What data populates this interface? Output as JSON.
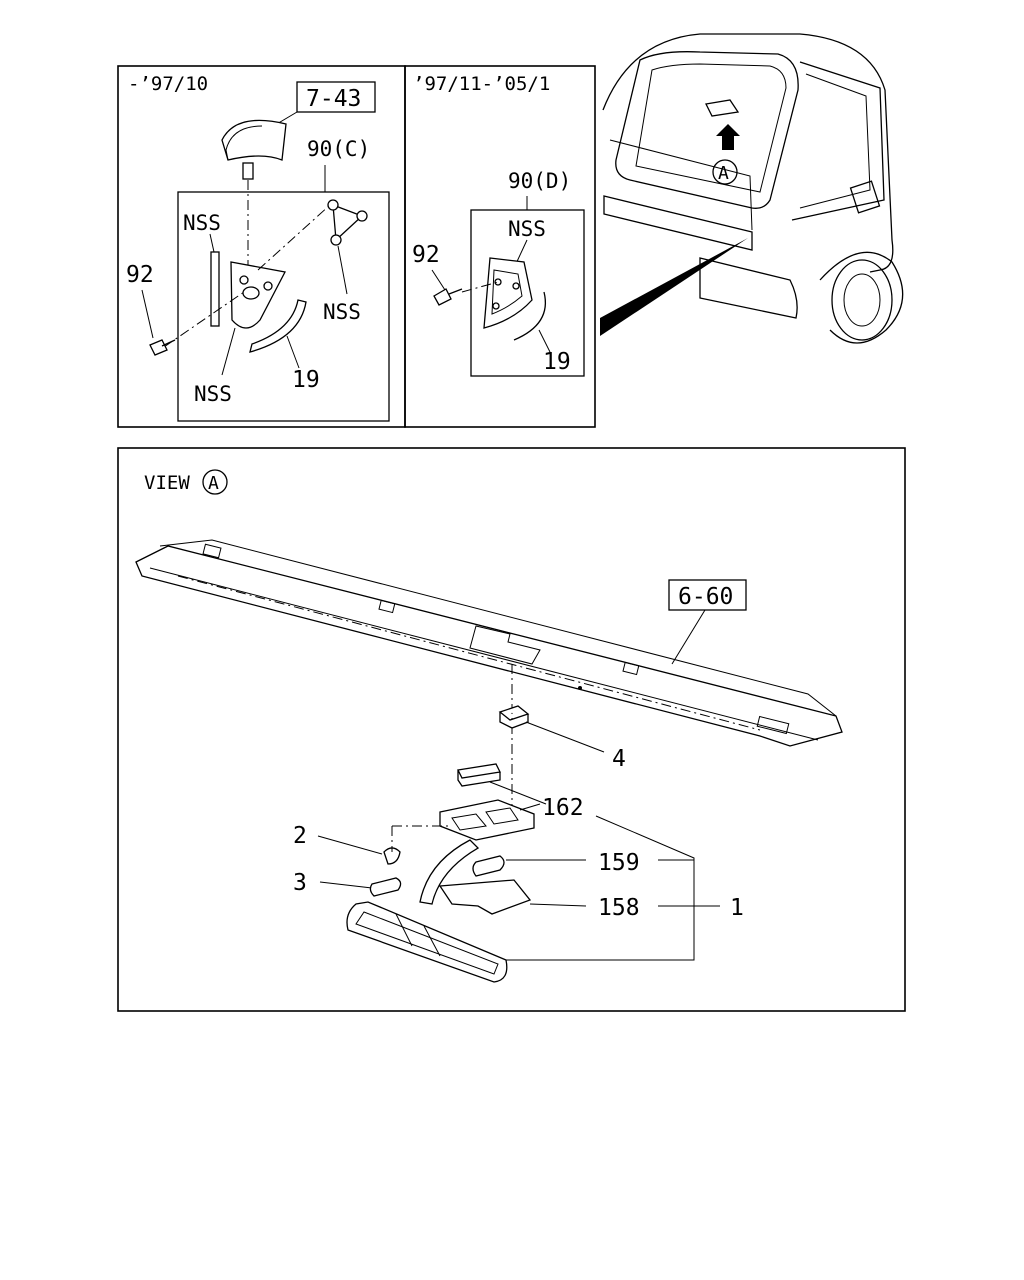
{
  "top_left_panel": {
    "period": "-’97/10",
    "ref_box": "7-43",
    "kit_label": "90(C)",
    "nss_1": "NSS",
    "nss_2": "NSS",
    "nss_3": "NSS",
    "bolt": "92",
    "seal": "19"
  },
  "top_right_panel": {
    "period": "’97/11-’05/1",
    "kit_label": "90(D)",
    "nss": "NSS",
    "bolt": "92",
    "seal": "19"
  },
  "truck": {
    "view_marker": "A"
  },
  "bottom_panel": {
    "view_label": "VIEW",
    "view_marker": "A",
    "ref_box": "6-60",
    "callouts": {
      "bracket": "4",
      "base": "162",
      "screw": "2",
      "pin": "3",
      "bulb": "159",
      "lens": "158",
      "assembly": "1"
    }
  }
}
